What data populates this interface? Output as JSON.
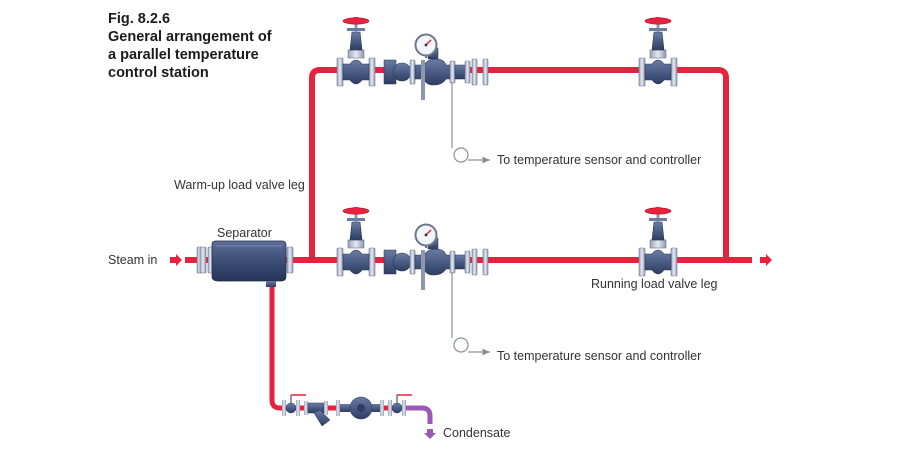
{
  "figure": {
    "number": "Fig. 8.2.6",
    "caption_lines": [
      "General arrangement of",
      "a parallel temperature",
      "control station"
    ]
  },
  "labels": {
    "steam_in": "Steam in",
    "separator": "Separator",
    "warmup_leg": "Warm-up load valve leg",
    "running_leg": "Running load valve leg",
    "sensor_upper": "To temperature sensor and controller",
    "sensor_lower": "To temperature sensor and controller",
    "condensate": "Condensate"
  },
  "colors": {
    "steam_pipe": "#e8213f",
    "condensate_pipe": "#9b59b6",
    "equipment_body": "#4a5c85",
    "equipment_dark": "#2f3d60",
    "flange": "#c9cfdc",
    "handwheel": "#e8213f",
    "arrow": "#e8213f",
    "capillary": "#8a8f99"
  },
  "icons": {
    "globe_valve": "globe-valve-icon",
    "control_valve": "temperature-control-valve-icon",
    "separator": "separator-icon",
    "strainer": "strainer-icon",
    "steam_trap": "steam-trap-icon",
    "gauge": "pressure-gauge-icon",
    "flow_arrow": "arrow-right-icon"
  }
}
